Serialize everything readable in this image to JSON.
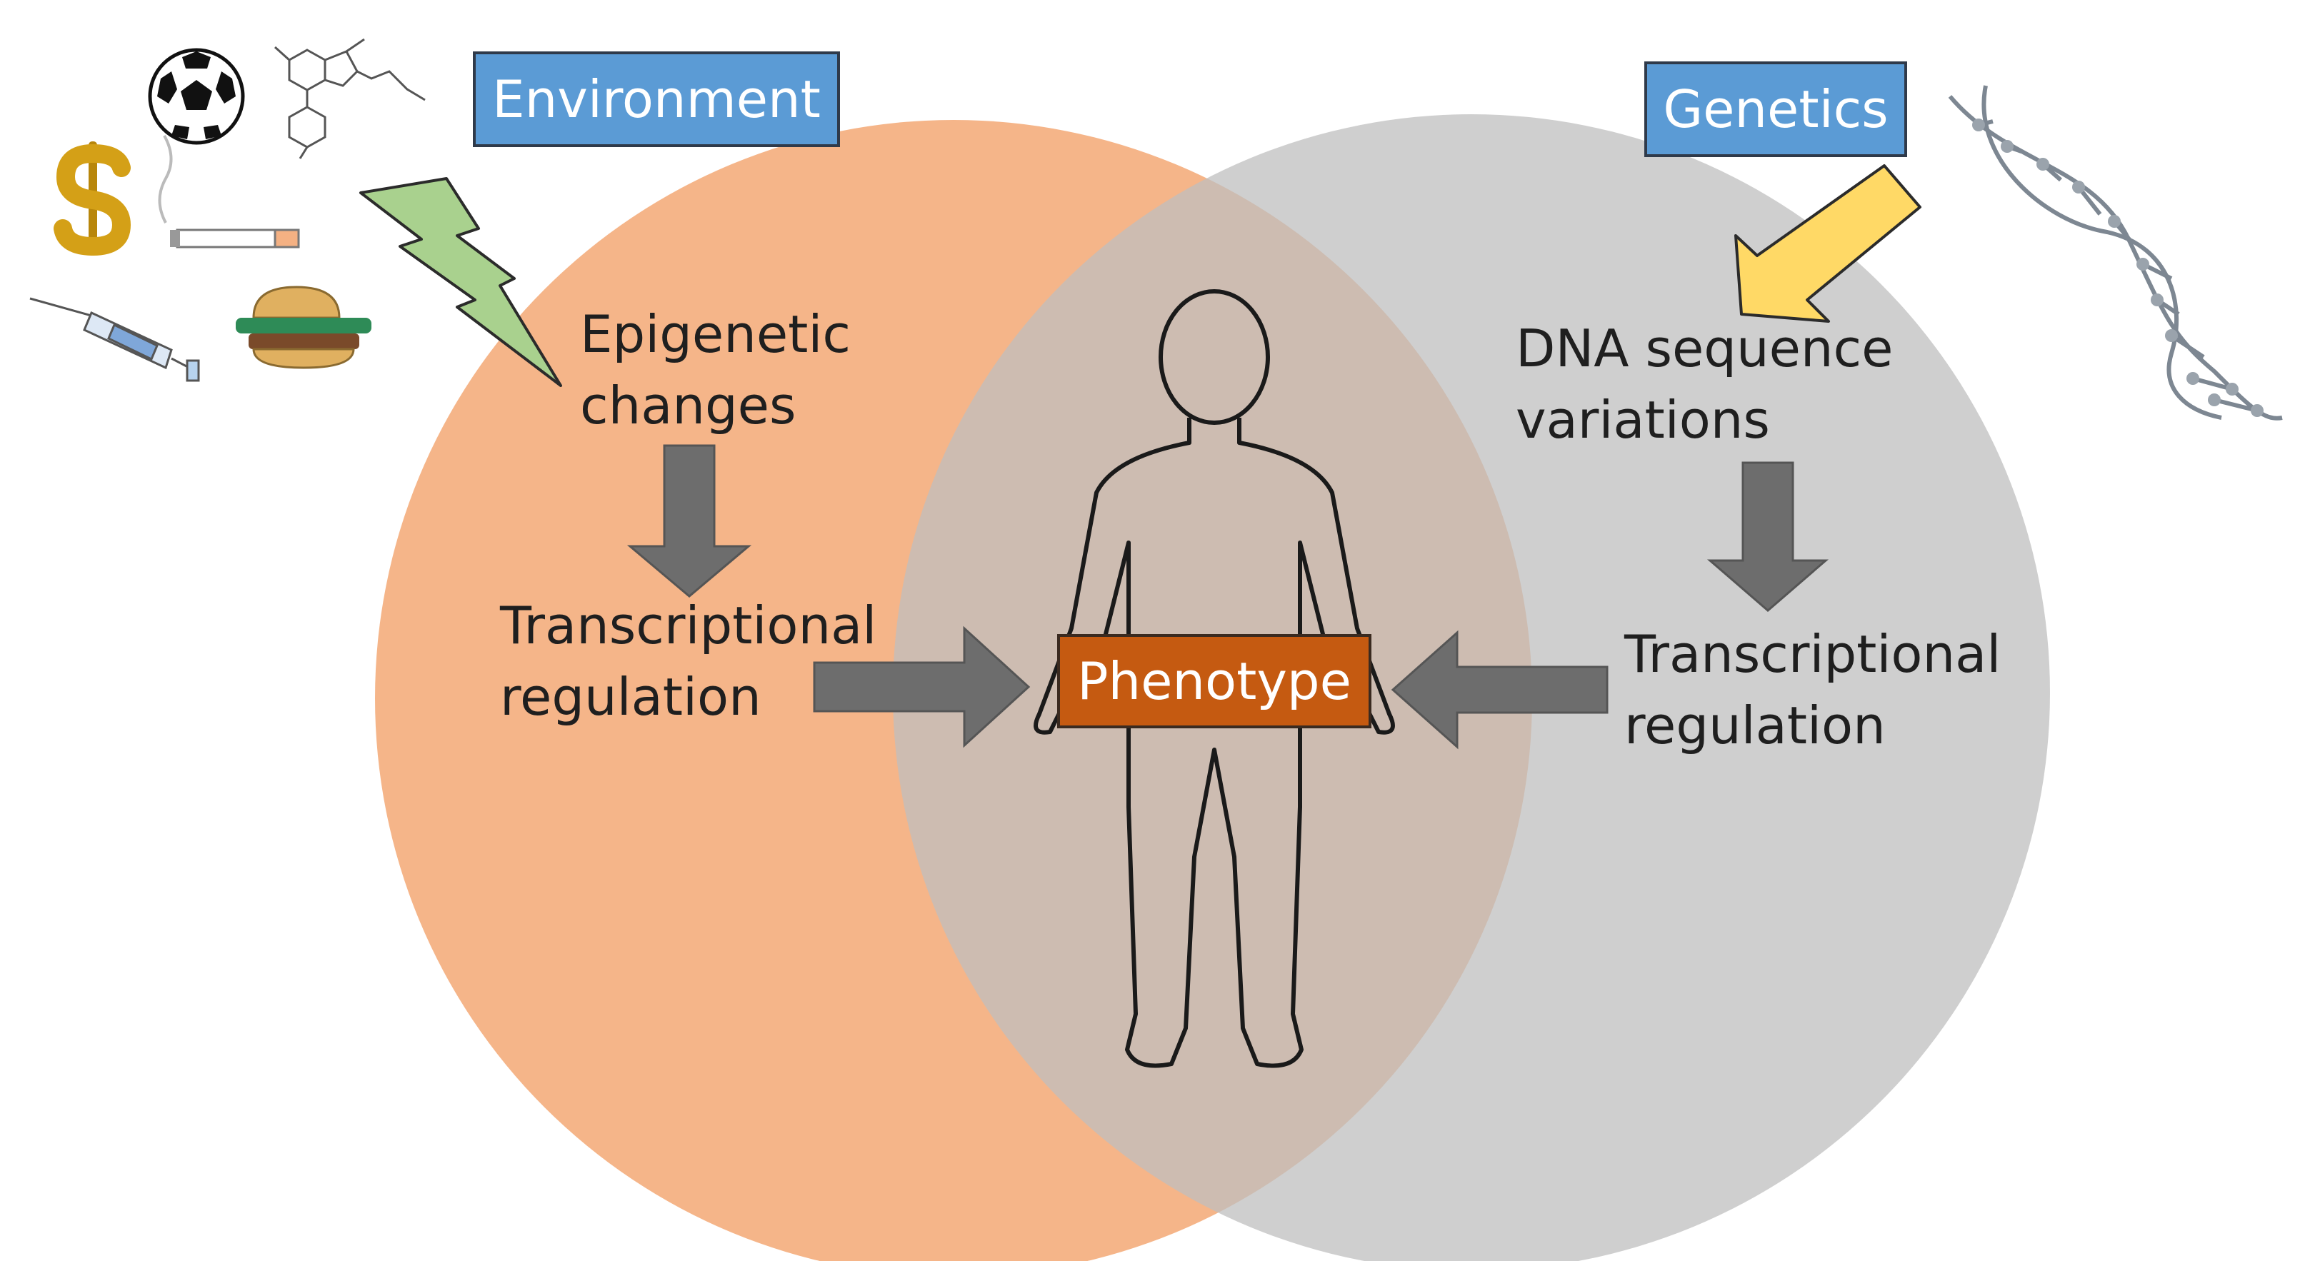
{
  "environment_label": "Environment",
  "genetics_label": "Genetics",
  "phenotype_label": "Phenotype",
  "left_circle": {
    "line1": "Epigenetic",
    "line2": "changes",
    "transcription_line1": "Transcriptional",
    "transcription_line2": "regulation"
  },
  "right_circle": {
    "line1": "DNA sequence",
    "line2": "variations",
    "transcription_line1": "Transcriptional",
    "transcription_line2": "regulation"
  },
  "environment_icons": [
    "soccer-ball-icon",
    "chemical-structure-icon",
    "dollar-sign-icon",
    "cigarette-icon",
    "syringe-icon",
    "burger-icon"
  ],
  "genetics_icons": [
    "dna-helix-icon"
  ],
  "colors": {
    "environment_circle": "#f4b183",
    "genetics_circle": "#bfbfbf",
    "overlap": "#c9a693",
    "label_box": "#5b9bd5",
    "phenotype_box": "#c55a11",
    "gray_arrow": "#6d6d6d",
    "lightning": "#a9d18e",
    "genetics_arrow": "#ffd966"
  }
}
